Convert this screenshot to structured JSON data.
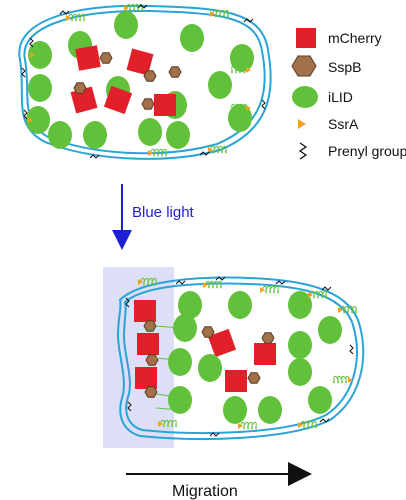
{
  "legend": {
    "items": [
      {
        "shape": "square",
        "color": "#e2202a",
        "label": "mCherry"
      },
      {
        "shape": "hexagon",
        "color": "#a0714a",
        "label": "SspB"
      },
      {
        "shape": "ellipse",
        "color": "#62c13a",
        "label": "iLID"
      },
      {
        "shape": "triangle",
        "color": "#f2a21c",
        "label": "SsrA"
      },
      {
        "shape": "zigzag",
        "color": "#111111",
        "label": "Prenyl group"
      }
    ]
  },
  "stimulus": {
    "label": "Blue light",
    "color": "#1f1fd6"
  },
  "direction": {
    "label": "Migration"
  },
  "colors": {
    "membrane": "#2aa4d6",
    "illumination": "#d9dbf6",
    "ilid": "#62c13a",
    "mcherry": "#e2202a",
    "sspb": "#a0714a",
    "ssra": "#f2a21c",
    "coil": "#62c13a"
  }
}
